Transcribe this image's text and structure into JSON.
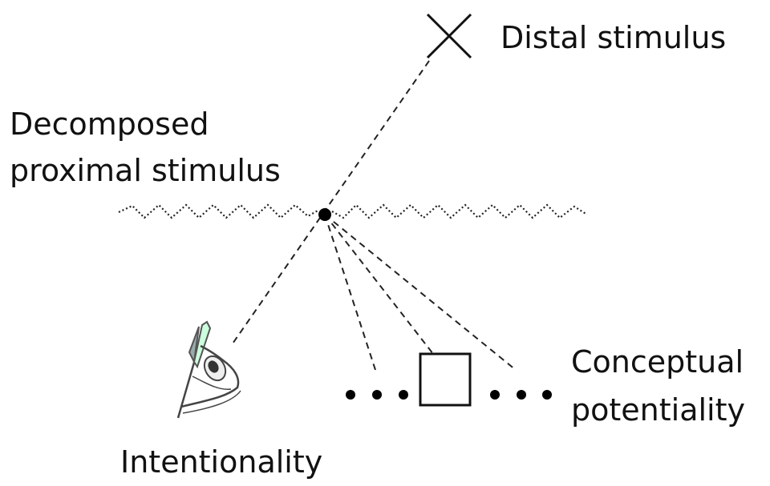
{
  "labels": {
    "distal_stimulus": "Distal stimulus",
    "decomposed_line1": "Decomposed",
    "decomposed_line2": "proximal stimulus",
    "conceptual_line1": "Conceptual",
    "conceptual_line2": "potentiality",
    "intentionality": "Intentionality"
  },
  "icons": {
    "distal_marker": "x-mark-icon",
    "observer": "eye-icon",
    "concept": "square-icon"
  },
  "colors": {
    "ink": "#111111",
    "background": "#ffffff"
  }
}
